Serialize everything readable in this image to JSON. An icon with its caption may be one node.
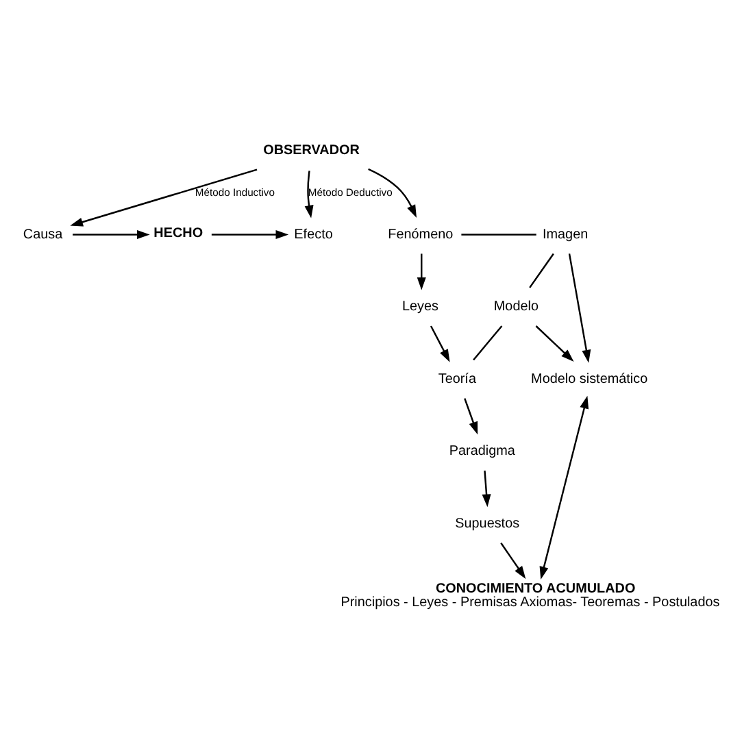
{
  "diagram": {
    "nodes": [
      {
        "text": [
          "Efecto"
        ]
      },
      {
        "text": [
          "HECHO"
        ]
      },
      {
        "text": [
          "Causa"
        ]
      },
      {
        "text": [
          "OBSERVADOR"
        ]
      },
      {
        "text": [
          "Fenómeno"
        ]
      },
      {
        "text": [
          "Imagen"
        ]
      },
      {
        "text": [
          "Modelo sistemático"
        ]
      },
      {
        "text": [
          "Leyes"
        ]
      },
      {
        "text": [
          "Modelo"
        ]
      },
      {
        "text": [
          "Teoría"
        ]
      },
      {
        "text": [
          "Paradigma"
        ]
      },
      {
        "text": [
          "Supuestos"
        ]
      },
      {
        "text": [
          "CONOCIMIENTO ACUMULADO",
          "Principios - Leyes - Premisas Axiomas- Teoremas - Postulados"
        ]
      }
    ],
    "edges": [
      {
        "from": 1,
        "to": 0,
        "arrow": "to"
      },
      {
        "from": 2,
        "to": 1,
        "arrow": "to"
      },
      {
        "from": 3,
        "to": 0,
        "arrow": "to",
        "label": "Método Deductivo"
      },
      {
        "from": 3,
        "to": 2,
        "arrow": "to",
        "label": "Método Inductivo"
      },
      {
        "from": 3,
        "to": 4,
        "arrow": "to"
      },
      {
        "from": 4,
        "to": 5,
        "arrow": "none"
      },
      {
        "from": 5,
        "to": 8,
        "arrow": "none"
      },
      {
        "from": 5,
        "to": 6,
        "arrow": "to"
      },
      {
        "from": 8,
        "to": 6,
        "arrow": "to"
      },
      {
        "from": 4,
        "to": 7,
        "arrow": "to"
      },
      {
        "from": 7,
        "to": 9,
        "arrow": "to"
      },
      {
        "from": 9,
        "to": 8,
        "arrow": "none"
      },
      {
        "from": 9,
        "to": 10,
        "arrow": "to"
      },
      {
        "from": 10,
        "to": 11,
        "arrow": "to"
      },
      {
        "from": 11,
        "to": 12,
        "arrow": "to"
      },
      {
        "from": 6,
        "to": 12,
        "arrow": "both"
      }
    ]
  }
}
